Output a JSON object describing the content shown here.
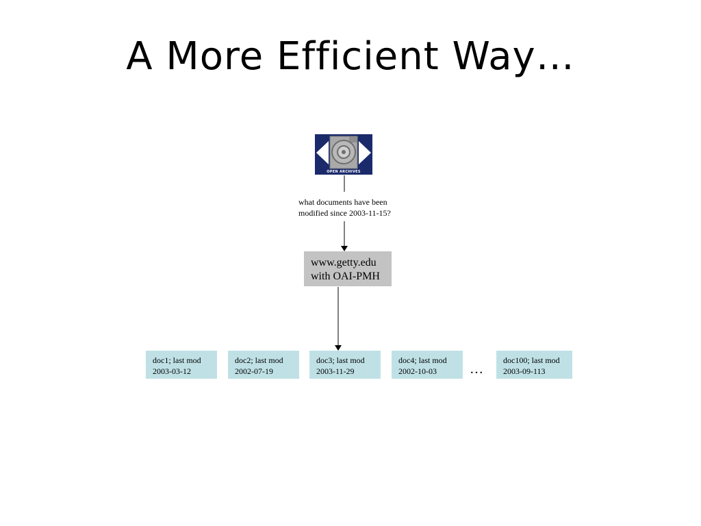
{
  "slide": {
    "title": "A More Efficient Way…"
  },
  "logo": {
    "text": "OPEN ARCHIVES",
    "icon": "open-archives-eye-disk-logo"
  },
  "request": {
    "line1": "what documents have been",
    "line2": "modified since 2003-11-15?"
  },
  "server": {
    "line1": "www.getty.edu",
    "line2": "with OAI-PMH"
  },
  "documents": [
    {
      "line1": "doc1; last mod",
      "line2": "2003-03-12"
    },
    {
      "line1": "doc2; last mod",
      "line2": "2002-07-19"
    },
    {
      "line1": "doc3; last mod",
      "line2": "2003-11-29"
    },
    {
      "line1": "doc4; last mod",
      "line2": "2002-10-03"
    },
    {
      "line1": "doc100; last mod",
      "line2": "2003-09-113"
    }
  ],
  "ellipsis": "…",
  "colors": {
    "logo_bg": "#1b2a6b",
    "server_bg": "#c3c3c3",
    "doc_bg": "#bfe1e6"
  }
}
